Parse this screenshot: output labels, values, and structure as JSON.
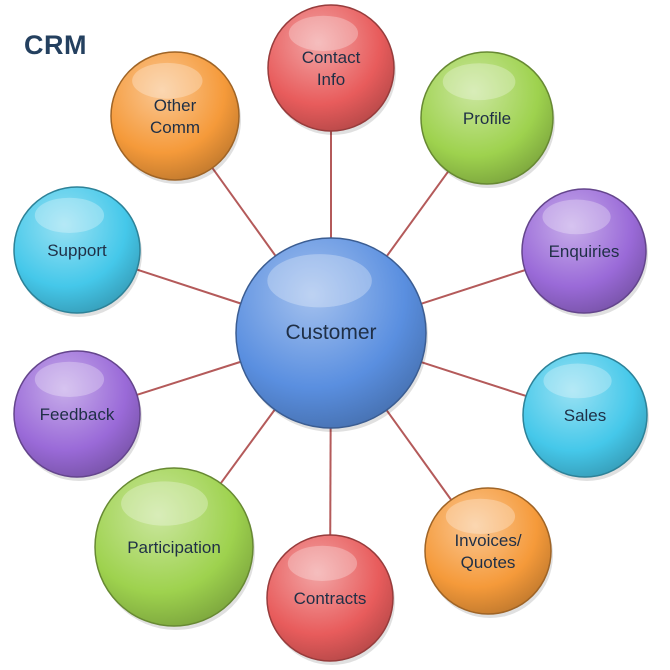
{
  "title": "CRM",
  "center": {
    "label": "Customer",
    "color": "#5a8fe0"
  },
  "connector_color": "#b45a5a",
  "nodes": [
    {
      "id": "contact-info",
      "lines": [
        "Contact",
        "Info"
      ],
      "color": "#e85c5c"
    },
    {
      "id": "profile",
      "lines": [
        "Profile"
      ],
      "color": "#9ed24e"
    },
    {
      "id": "enquiries",
      "lines": [
        "Enquiries"
      ],
      "color": "#9a6ad8"
    },
    {
      "id": "sales",
      "lines": [
        "Sales"
      ],
      "color": "#45c8ea"
    },
    {
      "id": "invoices-quotes",
      "lines": [
        "Invoices/",
        "Quotes"
      ],
      "color": "#f59a3a"
    },
    {
      "id": "contracts",
      "lines": [
        "Contracts"
      ],
      "color": "#e85c5c"
    },
    {
      "id": "participation",
      "lines": [
        "Participation"
      ],
      "color": "#9ed24e"
    },
    {
      "id": "feedback",
      "lines": [
        "Feedback"
      ],
      "color": "#9a6ad8"
    },
    {
      "id": "support",
      "lines": [
        "Support"
      ],
      "color": "#45c8ea"
    },
    {
      "id": "other-comm",
      "lines": [
        "Other",
        "Comm"
      ],
      "color": "#f59a3a"
    }
  ]
}
